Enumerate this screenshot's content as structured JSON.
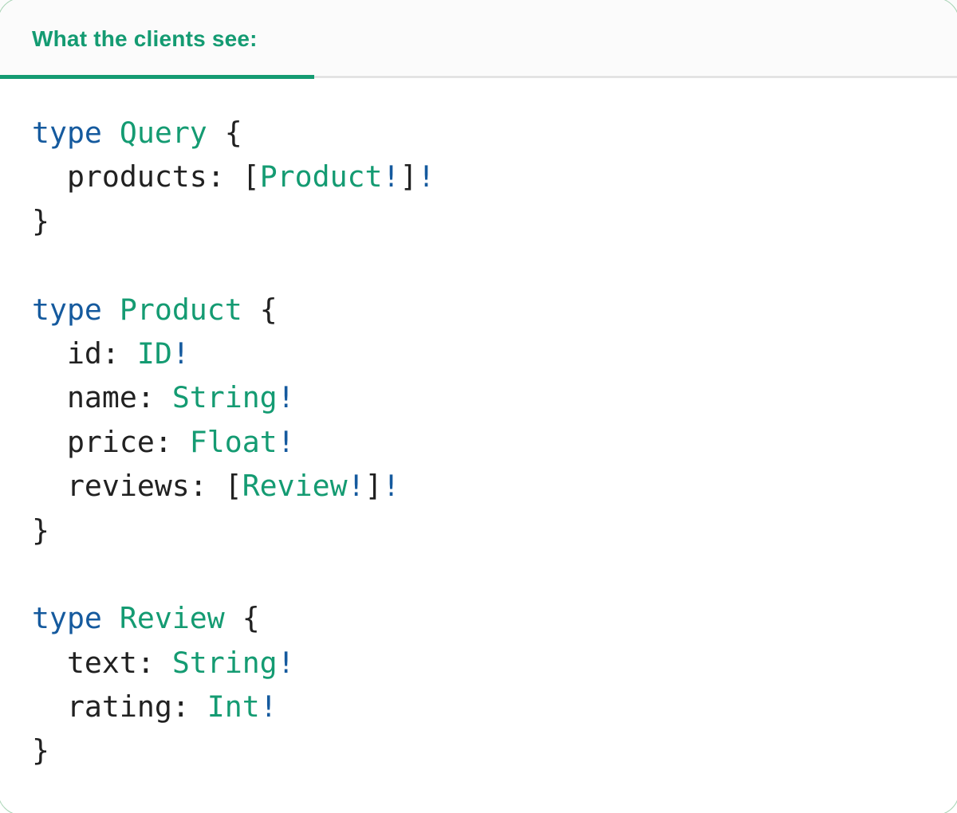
{
  "header": {
    "title": "What the clients see:"
  },
  "colors": {
    "title": "#149b72",
    "keyword": "#155a9e",
    "type_name": "#149b72",
    "bang": "#155a9e",
    "plain": "#212121",
    "underline_active": "#149b72",
    "underline_track": "#e3e3e3",
    "header_bg": "#fbfbfb",
    "card_border": "#a5d2b2"
  },
  "code": {
    "language": "graphql",
    "lines": [
      {
        "tokens": [
          {
            "c": "keyword",
            "t": "type"
          },
          {
            "c": "plain",
            "t": " "
          },
          {
            "c": "type_name",
            "t": "Query"
          },
          {
            "c": "plain",
            "t": " {"
          }
        ]
      },
      {
        "tokens": [
          {
            "c": "plain",
            "t": "  products: ["
          },
          {
            "c": "type_name",
            "t": "Product"
          },
          {
            "c": "bang",
            "t": "!"
          },
          {
            "c": "plain",
            "t": "]"
          },
          {
            "c": "bang",
            "t": "!"
          }
        ]
      },
      {
        "tokens": [
          {
            "c": "plain",
            "t": "}"
          }
        ]
      },
      {
        "tokens": []
      },
      {
        "tokens": [
          {
            "c": "keyword",
            "t": "type"
          },
          {
            "c": "plain",
            "t": " "
          },
          {
            "c": "type_name",
            "t": "Product"
          },
          {
            "c": "plain",
            "t": " {"
          }
        ]
      },
      {
        "tokens": [
          {
            "c": "plain",
            "t": "  id: "
          },
          {
            "c": "type_name",
            "t": "ID"
          },
          {
            "c": "bang",
            "t": "!"
          }
        ]
      },
      {
        "tokens": [
          {
            "c": "plain",
            "t": "  name: "
          },
          {
            "c": "type_name",
            "t": "String"
          },
          {
            "c": "bang",
            "t": "!"
          }
        ]
      },
      {
        "tokens": [
          {
            "c": "plain",
            "t": "  price: "
          },
          {
            "c": "type_name",
            "t": "Float"
          },
          {
            "c": "bang",
            "t": "!"
          }
        ]
      },
      {
        "tokens": [
          {
            "c": "plain",
            "t": "  reviews: ["
          },
          {
            "c": "type_name",
            "t": "Review"
          },
          {
            "c": "bang",
            "t": "!"
          },
          {
            "c": "plain",
            "t": "]"
          },
          {
            "c": "bang",
            "t": "!"
          }
        ]
      },
      {
        "tokens": [
          {
            "c": "plain",
            "t": "}"
          }
        ]
      },
      {
        "tokens": []
      },
      {
        "tokens": [
          {
            "c": "keyword",
            "t": "type"
          },
          {
            "c": "plain",
            "t": " "
          },
          {
            "c": "type_name",
            "t": "Review"
          },
          {
            "c": "plain",
            "t": " {"
          }
        ]
      },
      {
        "tokens": [
          {
            "c": "plain",
            "t": "  text: "
          },
          {
            "c": "type_name",
            "t": "String"
          },
          {
            "c": "bang",
            "t": "!"
          }
        ]
      },
      {
        "tokens": [
          {
            "c": "plain",
            "t": "  rating: "
          },
          {
            "c": "type_name",
            "t": "Int"
          },
          {
            "c": "bang",
            "t": "!"
          }
        ]
      },
      {
        "tokens": [
          {
            "c": "plain",
            "t": "}"
          }
        ]
      }
    ]
  }
}
